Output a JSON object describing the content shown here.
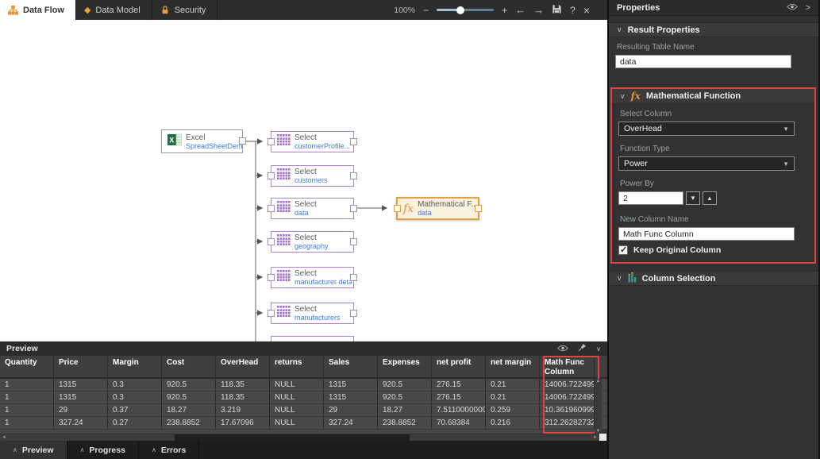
{
  "top_tabs": [
    {
      "label": "Data Flow",
      "active": true
    },
    {
      "label": "Data Model",
      "active": false
    },
    {
      "label": "Security",
      "active": false
    }
  ],
  "toolbar": {
    "zoom_level": "100%",
    "zoom_out": "−",
    "zoom_in": "+",
    "back": "←",
    "forward": "→",
    "help": "?",
    "close": "×"
  },
  "canvas": {
    "excel_node": {
      "title": "Excel",
      "subtitle": "SpreadSheetDemo L..."
    },
    "select_nodes": [
      {
        "title": "Select",
        "subtitle": "customerProfile..."
      },
      {
        "title": "Select",
        "subtitle": "customers"
      },
      {
        "title": "Select",
        "subtitle": "data"
      },
      {
        "title": "Select",
        "subtitle": "geography"
      },
      {
        "title": "Select",
        "subtitle": "manufacturer deta..."
      },
      {
        "title": "Select",
        "subtitle": "manufacturers"
      }
    ],
    "math_node": {
      "icon": "fx",
      "title": "Mathematical F...",
      "subtitle": "data"
    }
  },
  "properties_panel": {
    "title": "Properties",
    "result_properties": {
      "header": "Result Properties",
      "table_name_label": "Resulting Table Name",
      "table_name_value": "data"
    },
    "mathematical_function": {
      "fx": "fx",
      "header": "Mathematical Function",
      "select_column_label": "Select Column",
      "select_column_value": "OverHead",
      "function_type_label": "Function Type",
      "function_type_value": "Power",
      "power_by_label": "Power By",
      "power_by_value": "2",
      "new_column_label": "New Column Name",
      "new_column_value": "Math Func Column",
      "keep_original_label": "Keep Original Column",
      "keep_original_checked": true
    },
    "column_selection": {
      "header": "Column Selection"
    }
  },
  "preview": {
    "title": "Preview",
    "columns": [
      "Quantity",
      "Price",
      "Margin",
      "Cost",
      "OverHead",
      "returns",
      "Sales",
      "Expenses",
      "net profit",
      "net margin",
      "Math Func Column"
    ],
    "rows": [
      [
        "1",
        "1315",
        "0.3",
        "920.5",
        "118.35",
        "NULL",
        "1315",
        "920.5",
        "276.15",
        "0.21",
        "14006.722499..."
      ],
      [
        "1",
        "1315",
        "0.3",
        "920.5",
        "118.35",
        "NULL",
        "1315",
        "920.5",
        "276.15",
        "0.21",
        "14006.722499..."
      ],
      [
        "1",
        "29",
        "0.37",
        "18.27",
        "3.219",
        "NULL",
        "29",
        "18.27",
        "7.5110000000...",
        "0.259",
        "10.361960999..."
      ],
      [
        "1",
        "327.24",
        "0.27",
        "238.8852",
        "17.67096",
        "NULL",
        "327.24",
        "238.8852",
        "70.68384",
        "0.216",
        "312.26282732..."
      ]
    ],
    "highlighted_column": "Math Func Column"
  },
  "bottom_tabs": [
    {
      "label": "Preview",
      "active": true
    },
    {
      "label": "Progress",
      "active": false
    },
    {
      "label": "Errors",
      "active": false
    }
  ],
  "colors": {
    "accent_orange": "#e2a33c",
    "select_purple": "#b57fd6",
    "highlight_red": "#e04545",
    "link_blue": "#3b7dd8",
    "excel_green": "#1d6f42"
  }
}
